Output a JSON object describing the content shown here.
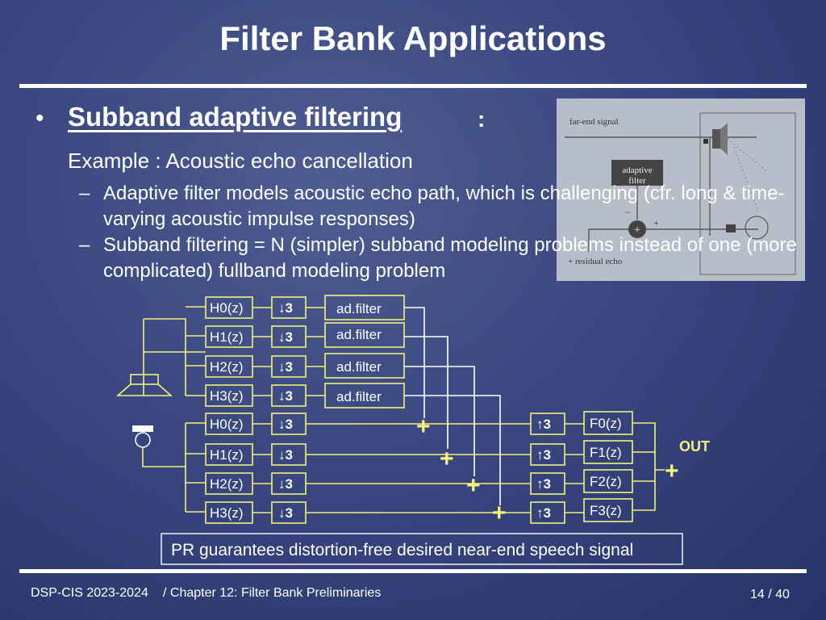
{
  "slide": {
    "title": "Filter Bank Applications",
    "bullet_mark": "•",
    "bullet_heading": "Subband adaptive filtering",
    "bullet_colon": ":",
    "example": "Example : Acoustic echo cancellation",
    "dash": "–",
    "sub_items": [
      "Adaptive filter models acoustic echo path, which is challenging (cfr. long & time-varying acoustic impulse responses)",
      "Subband filtering =  N (simpler) subband modeling problems instead of one (more complicated) fullband modeling problem"
    ]
  },
  "figure": {
    "far_end_label": "far-end signal",
    "adaptive_label_1": "adaptive",
    "adaptive_label_2": "filter",
    "minus": "−",
    "plus": "+",
    "residual_label": "+ residual echo"
  },
  "diagram": {
    "analysis_top": [
      "H0(z)",
      "H1(z)",
      "H2(z)",
      "H3(z)"
    ],
    "analysis_bottom": [
      "H0(z)",
      "H1(z)",
      "H2(z)",
      "H3(z)"
    ],
    "decimator": "↓3",
    "expander": "↑3",
    "adaptive_filters": [
      "ad.filter",
      "ad.filter",
      "ad.filter",
      "ad.filter"
    ],
    "synthesis": [
      "F0(z)",
      "F1(z)",
      "F2(z)",
      "F3(z)"
    ],
    "sum_symbol": "+",
    "out_label": "OUT",
    "note": "PR guarantees distortion-free desired near-end speech signal",
    "colors": {
      "line": "#f2f27a",
      "out": "#f2f27a"
    }
  },
  "footer": {
    "course": "DSP-CIS 2023-2024",
    "chapter": "/ Chapter 12: Filter Bank Preliminaries",
    "page": "14 / 40"
  }
}
